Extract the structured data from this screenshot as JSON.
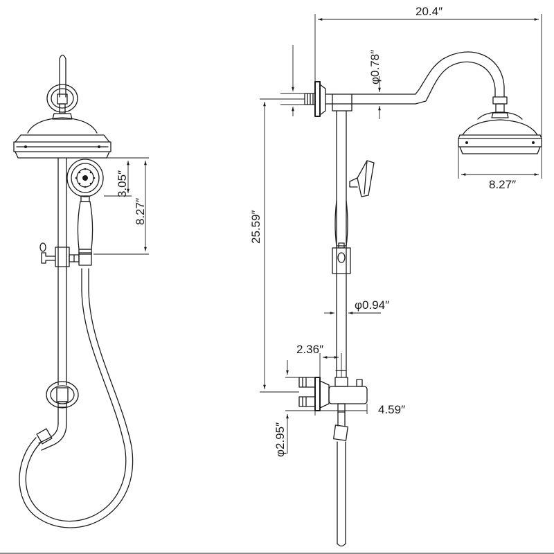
{
  "dimensions": {
    "overall_width": "20.4″",
    "arm_diameter": "φ0.78″",
    "head_diameter": "8.27″",
    "height": "25.59″",
    "hand_shower_diameter": "3.05″",
    "head_to_hand_shower": "8.27″",
    "riser_diameter": "φ0.94″",
    "valve_offset": "2.36″",
    "valve_width": "4.59″",
    "flange_diameter": "φ2.95″"
  }
}
